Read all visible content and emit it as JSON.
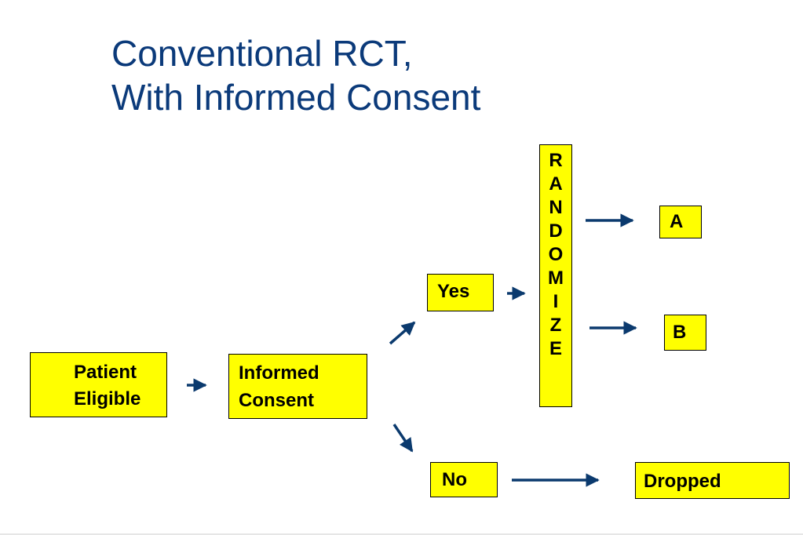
{
  "title": {
    "line1": "Conventional RCT,",
    "line2": "With Informed Consent"
  },
  "boxes": {
    "patient": {
      "line1": "Patient",
      "line2": "Eligible"
    },
    "consent": {
      "line1": "Informed",
      "line2": "Consent"
    },
    "yes": "Yes",
    "no": "No",
    "randomize": [
      "R",
      "A",
      "N",
      "D",
      "O",
      "M",
      "I",
      "Z",
      "E"
    ],
    "arm_a": "A",
    "arm_b": "B",
    "dropped": "Dropped"
  },
  "colors": {
    "title": "#0b3a7a",
    "box_fill": "#ffff00",
    "arrow": "#0b3a6e"
  }
}
